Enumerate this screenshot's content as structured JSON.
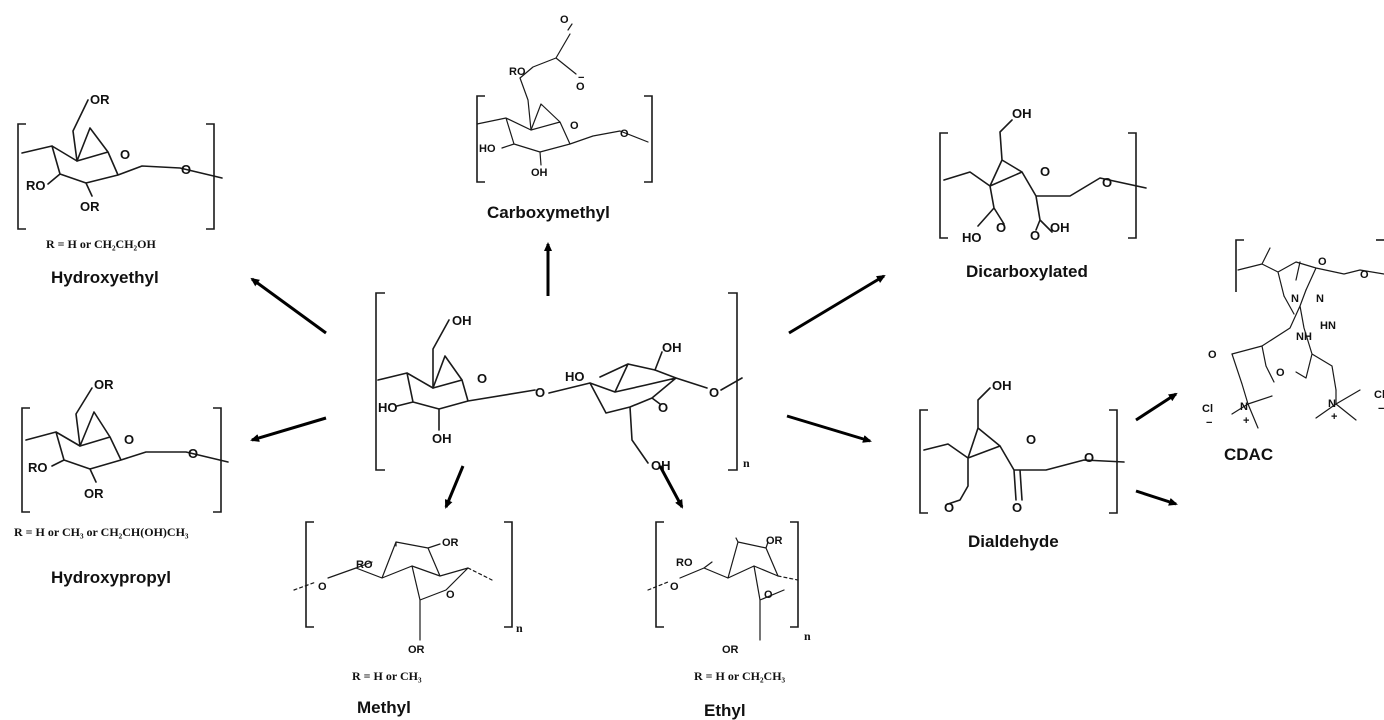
{
  "labels": {
    "hydroxyethyl": "Hydroxyethyl",
    "carboxymethyl": "Carboxymethyl",
    "dicarboxylated": "Dicarboxylated",
    "cdac": "CDAC",
    "hydroxypropyl": "Hydroxypropyl",
    "dialdehyde": "Dialdehyde",
    "methyl": "Methyl",
    "ethyl": "Ethyl"
  },
  "r_definitions": {
    "hydroxyethyl": "R = H or CH₂CH₂OH",
    "hydroxypropyl": "R = H or CH₃ or CH₂CH(OH)CH₃",
    "methyl": "R = H or CH₃",
    "ethyl": "R = H or CH₂CH₃"
  },
  "atoms": {
    "o": "O",
    "oh": "OH",
    "ho": "HO",
    "or": "OR",
    "ro": "RO",
    "n": "N",
    "nh": "NH",
    "hn": "HN",
    "cl": "Cl",
    "o_minus": "O",
    "minus": "−",
    "plus": "+",
    "n_subscript": "n"
  }
}
